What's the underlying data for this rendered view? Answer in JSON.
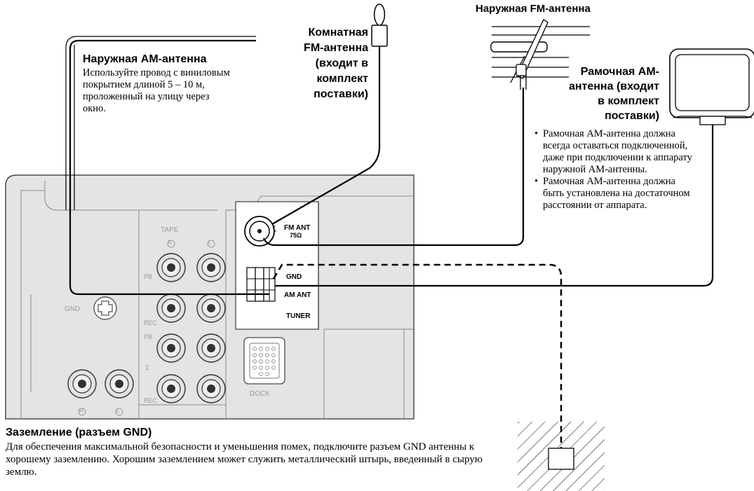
{
  "labels": {
    "outdoor_am": {
      "title": "Наружная AM-антенна",
      "desc": "Используйте провод с виниловым покрытием длиной 5 – 10 м, проложенный на улицу через окно."
    },
    "indoor_fm": {
      "line1": "Комнатная",
      "line2": "FM-антенна",
      "line3": "(входит в",
      "line4": "комплект",
      "line5": "поставки)"
    },
    "outdoor_fm": {
      "title": "Наружная FM-антенна"
    },
    "loop_am": {
      "line1": "Рамочная AM-",
      "line2": "антенна (входит",
      "line3": "в комплект",
      "line4": "поставки)",
      "notes": [
        "Рамочная AM-антенна должна всегда оставаться подключенной, даже при подключении к аппарату наружной AM-антенны.",
        "Рамочная AM-антенна должна быть установлена на достаточном расстоянии от аппарата."
      ]
    },
    "ground": {
      "title": "Заземление (разъем GND)",
      "desc": "Для обеспечения максимальной безопасности и уменьшения помех, подключите разъем GND антенны к хорошему заземлению. Хорошим заземлением может служить металлический штырь, введенный в сырую землю."
    }
  },
  "panel": {
    "tape": "TAPE",
    "pb": "PB",
    "rec": "REC",
    "r": "R",
    "l": "L",
    "gnd": "GND",
    "dock": "DOCK",
    "one": "1",
    "fm_ant": "FM ANT",
    "ohm": "75Ω",
    "gnd_term": "GND",
    "am_ant": "AM ANT",
    "tuner": "TUNER"
  },
  "colors": {
    "panel_fill": "#e4e4e4",
    "panel_stroke": "#4a4a4a",
    "cable": "#000000",
    "faint_text": "#9a9a9a"
  }
}
